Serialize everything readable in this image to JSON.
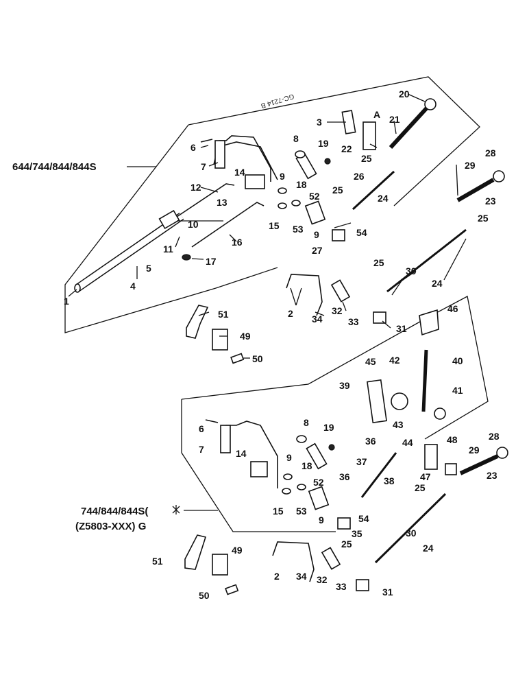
{
  "drawing_ref": "GC-7214 B",
  "group_labels": {
    "upper": "644/744/844/844S",
    "lower_line1": "744/844/844S(",
    "lower_line2": "(Z5803-XXX) G",
    "detail_letter": "A"
  },
  "part_numbers": {
    "p1": "1",
    "p2": "2",
    "p3": "3",
    "p4": "4",
    "p5": "5",
    "p6": "6",
    "p7": "7",
    "p8": "8",
    "p9": "9",
    "p10": "10",
    "p11": "11",
    "p12": "12",
    "p13": "13",
    "p14": "14",
    "p15": "15",
    "p16": "16",
    "p17": "17",
    "p18": "18",
    "p19": "19",
    "p20": "20",
    "p21": "21",
    "p22": "22",
    "p23": "23",
    "p24": "24",
    "p25": "25",
    "p26": "26",
    "p27": "27",
    "p28": "28",
    "p29": "29",
    "p30": "30",
    "p31": "31",
    "p32": "32",
    "p33": "33",
    "p34": "34",
    "p35": "35",
    "p36": "36",
    "p37": "37",
    "p38": "38",
    "p39": "39",
    "p40": "40",
    "p41": "41",
    "p42": "42",
    "p43": "43",
    "p44": "44",
    "p45": "45",
    "p46": "46",
    "p47": "47",
    "p48": "48",
    "p49": "49",
    "p50": "50",
    "p51": "51",
    "p52": "52",
    "p53": "53",
    "p54": "54"
  }
}
